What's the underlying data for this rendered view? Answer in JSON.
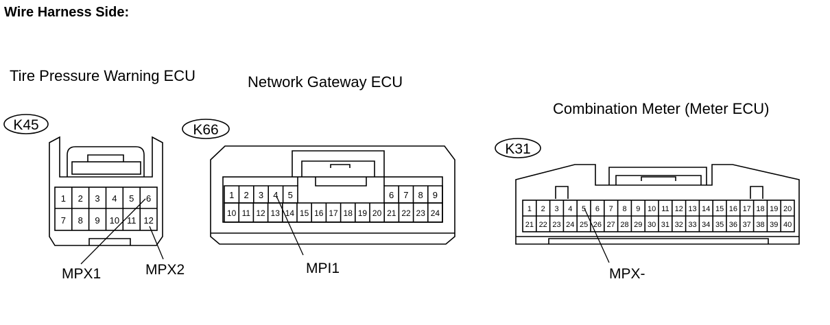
{
  "page_title": "Wire Harness Side:",
  "connectors": [
    {
      "id": "k45",
      "code": "K45",
      "ecu_name": "Tire Pressure Warning ECU",
      "pins_row1": [
        "1",
        "2",
        "3",
        "4",
        "5",
        "6"
      ],
      "pins_row2": [
        "7",
        "8",
        "9",
        "10",
        "11",
        "12"
      ],
      "signals": [
        "MPX1",
        "MPX2"
      ]
    },
    {
      "id": "k66",
      "code": "K66",
      "ecu_name": "Network Gateway ECU",
      "pins_row1_left": [
        "1",
        "2",
        "3",
        "4",
        "5"
      ],
      "pins_row1_right": [
        "6",
        "7",
        "8",
        "9"
      ],
      "pins_row2": [
        "10",
        "11",
        "12",
        "13",
        "14",
        "15",
        "16",
        "17",
        "18",
        "19",
        "20",
        "21",
        "22",
        "23",
        "24"
      ],
      "signals": [
        "MPI1"
      ]
    },
    {
      "id": "k31",
      "code": "K31",
      "ecu_name": "Combination Meter (Meter ECU)",
      "pins_row1": [
        "1",
        "2",
        "3",
        "4",
        "5",
        "6",
        "7",
        "8",
        "9",
        "10",
        "11",
        "12",
        "13",
        "14",
        "15",
        "16",
        "17",
        "18",
        "19",
        "20"
      ],
      "pins_row2": [
        "21",
        "22",
        "23",
        "24",
        "25",
        "26",
        "27",
        "28",
        "29",
        "30",
        "31",
        "32",
        "33",
        "34",
        "35",
        "36",
        "37",
        "38",
        "39",
        "40"
      ],
      "signals": [
        "MPX-"
      ]
    }
  ]
}
